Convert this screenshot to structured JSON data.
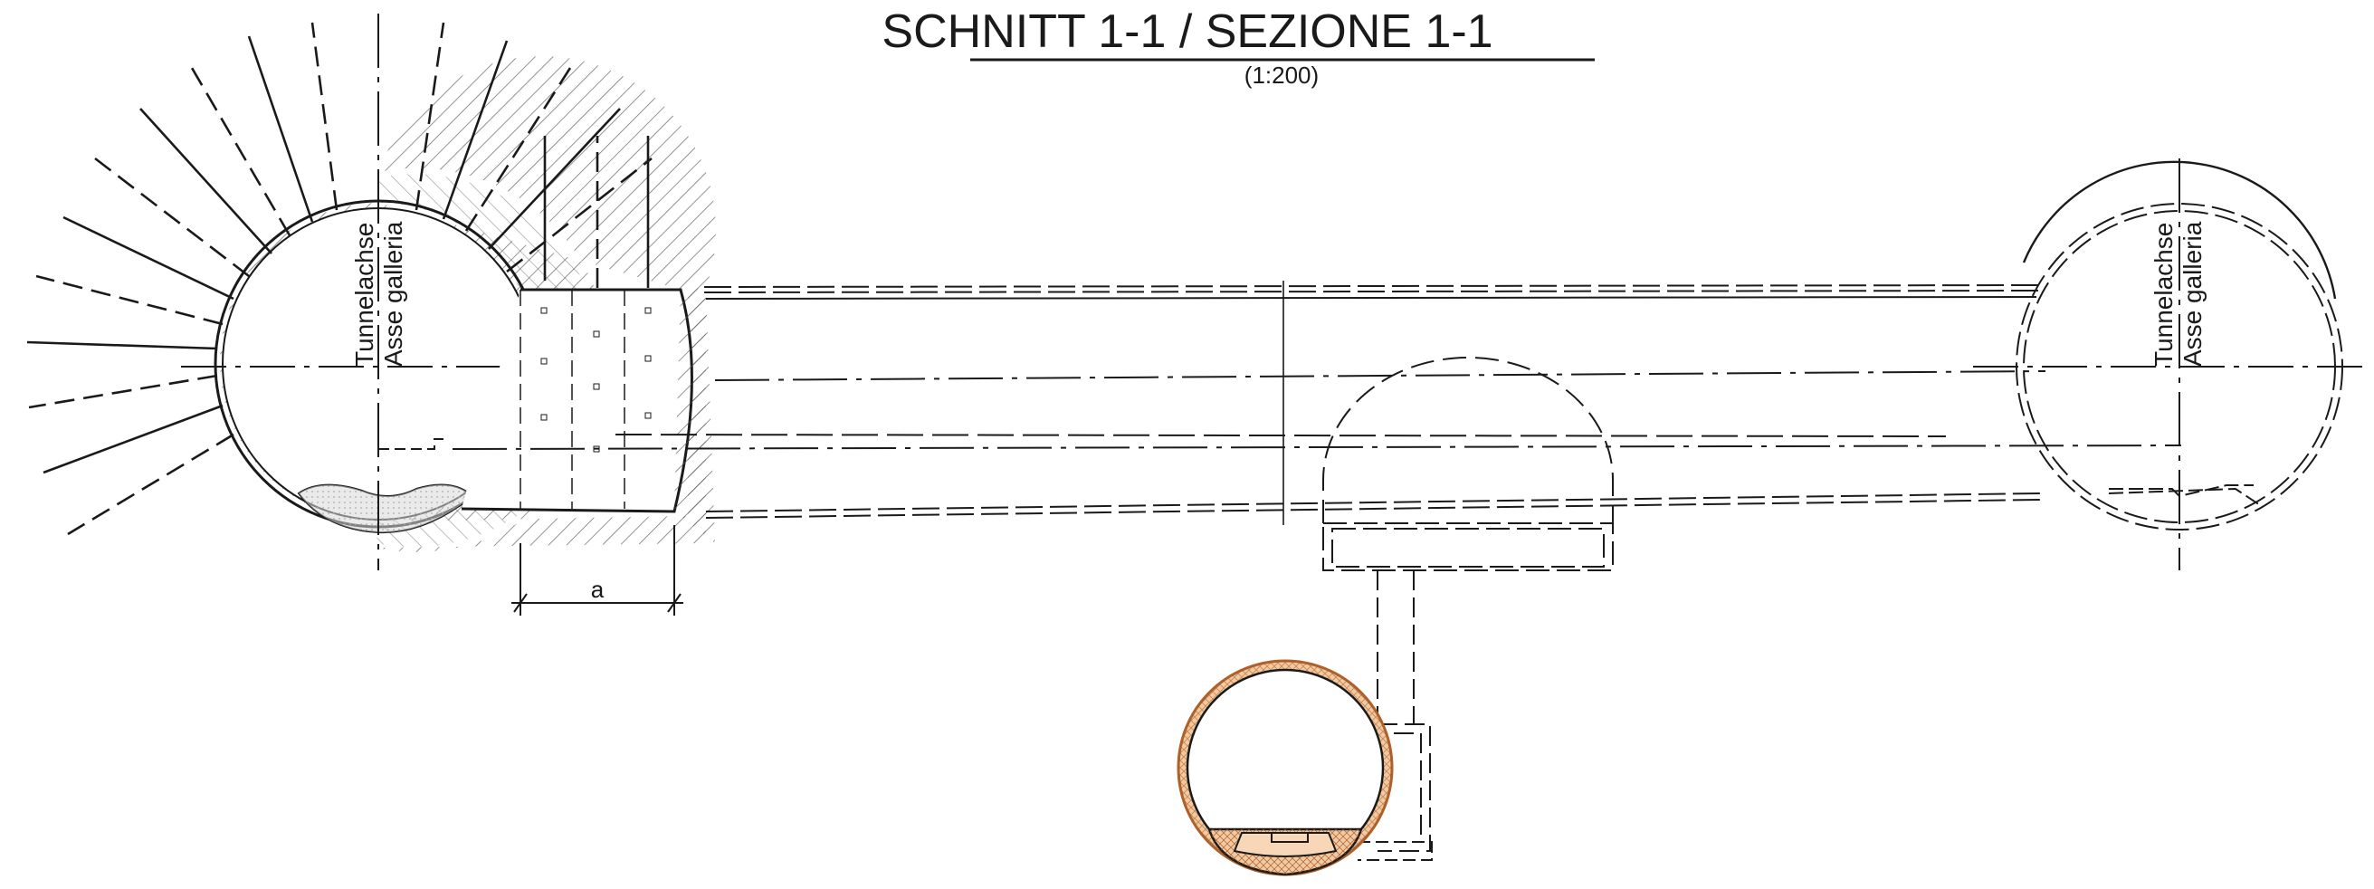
{
  "title": "SCHNITT 1-1 / SEZIONE 1-1",
  "scale": "(1:200)",
  "axis_label_left_de": "Tunnelachse",
  "axis_label_left_it": "Asse galleria",
  "axis_label_right_de": "Tunnelachse",
  "axis_label_right_it": "Asse galleria",
  "dimension_label": "a",
  "colors": {
    "line": "#1a1a1a",
    "hatch": "#555555",
    "invert_fill": "#d9d9d9",
    "pipe_fill": "#f3c9a0",
    "pipe_stroke": "#b0602a"
  }
}
